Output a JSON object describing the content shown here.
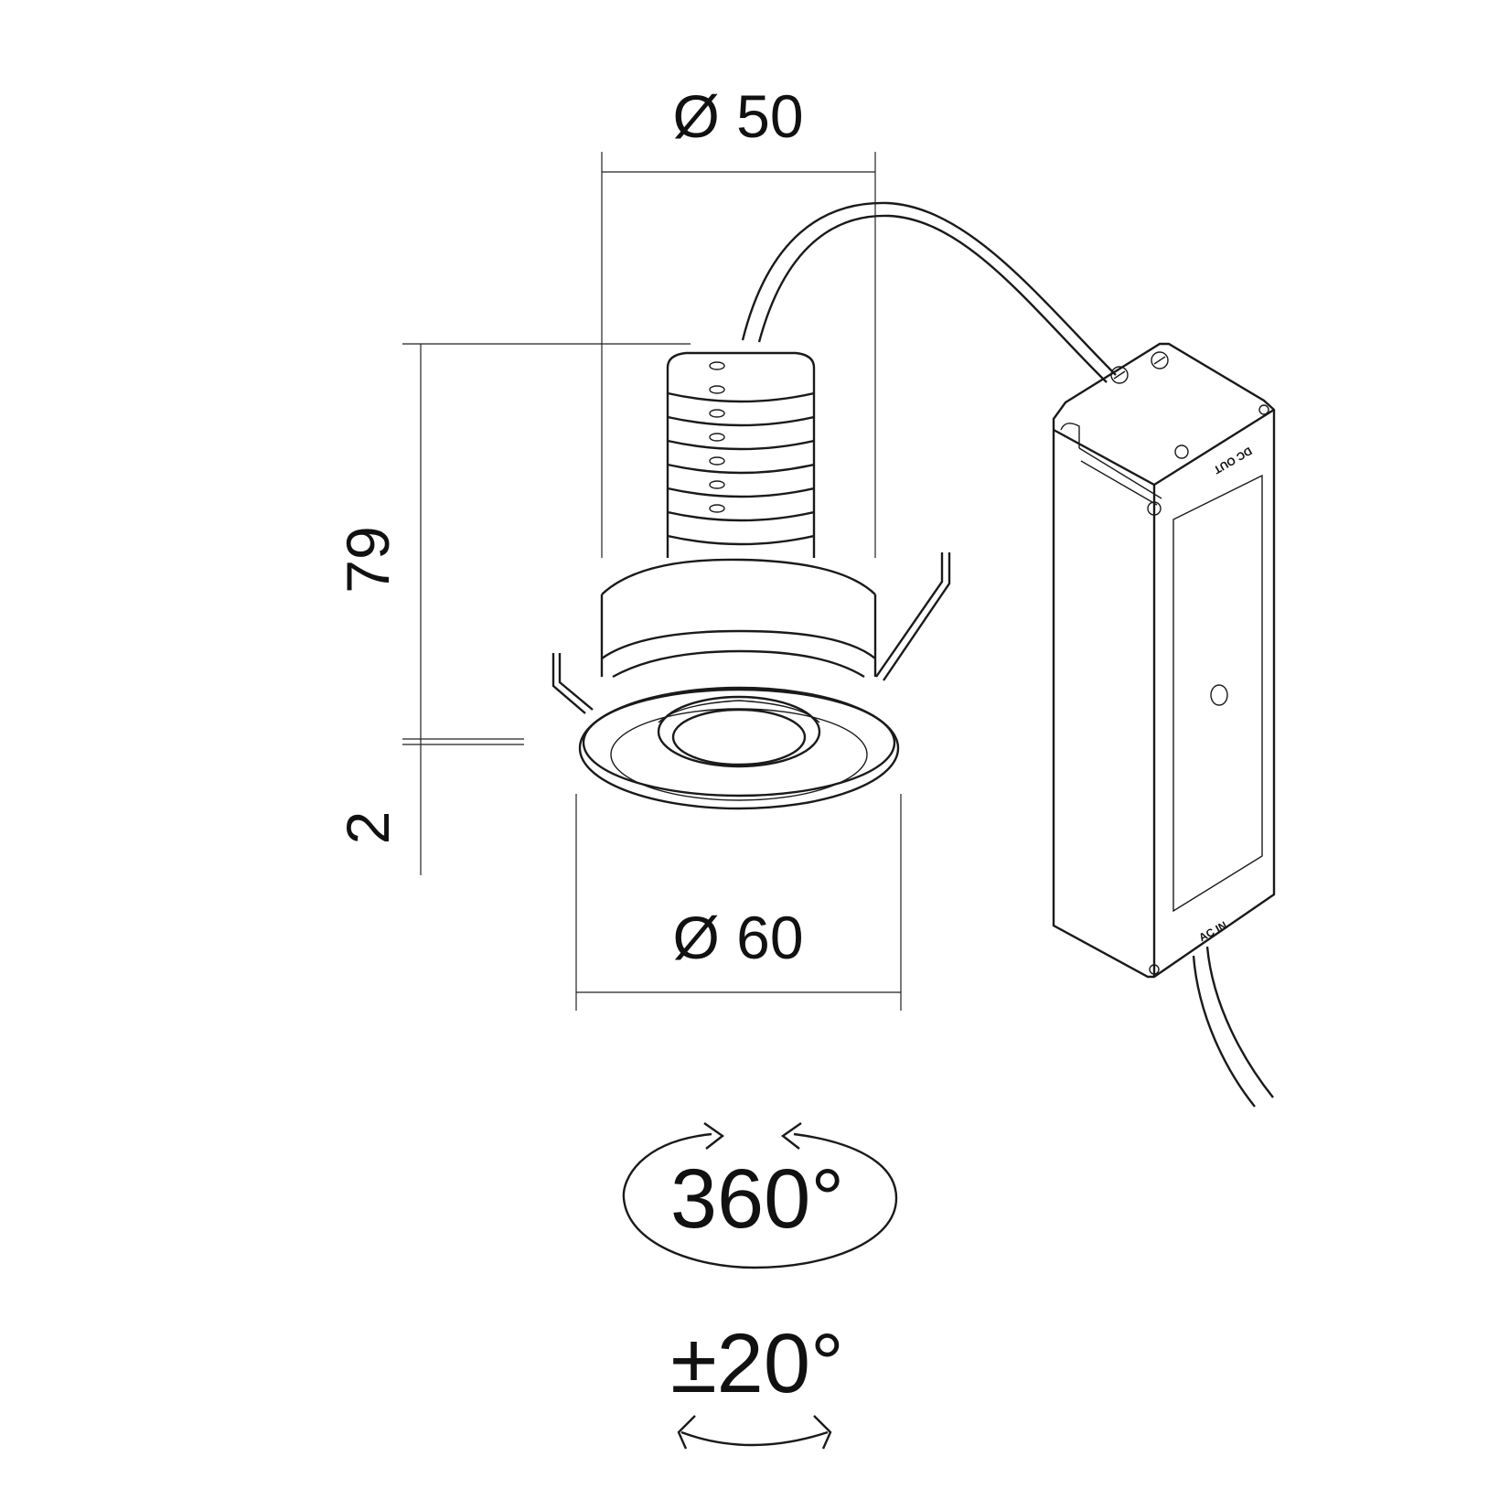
{
  "dimensions": {
    "top_diameter": "Ø  50",
    "bottom_diameter": "Ø  60",
    "height": "79",
    "bezel_height": "2"
  },
  "driver": {
    "dc_out_label": "DC OUT",
    "ac_in_label": "AC IN"
  },
  "rotation": {
    "label": "360°"
  },
  "tilt": {
    "label": "±20°"
  },
  "colors": {
    "line": "#1a1a1a",
    "background": "#ffffff"
  }
}
